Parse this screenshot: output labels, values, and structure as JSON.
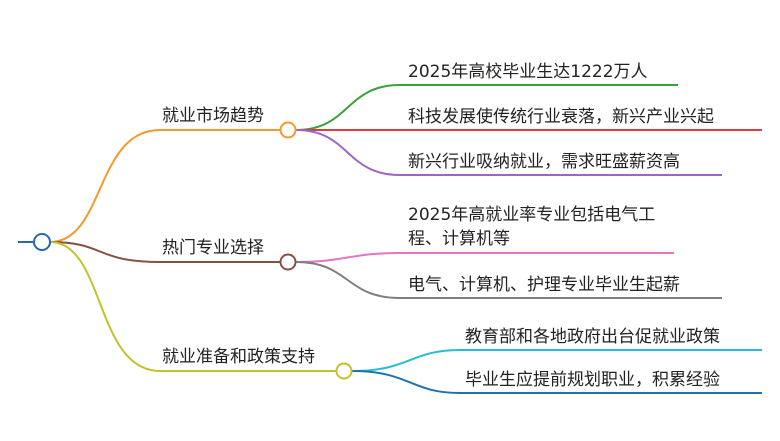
{
  "mindmap": {
    "branches": [
      {
        "label": "就业市场趋势",
        "color": "#f39a2c",
        "children": [
          {
            "label": "2025年高校毕业生达1222万人",
            "color": "#3aa13a"
          },
          {
            "label": "科技发展使传统行业衰落，新兴产业兴起",
            "color": "#e33b3b"
          },
          {
            "label": "新兴行业吸纳就业，需求旺盛薪资高",
            "color": "#9a67c6"
          }
        ]
      },
      {
        "label": "热门专业选择",
        "color": "#845142",
        "children": [
          {
            "label": "2025年高就业率专业包括电气工程、计算机等",
            "color": "#e278c4"
          },
          {
            "label": "电气、计算机、护理专业毕业生起薪",
            "color": "#7f7f7f"
          }
        ]
      },
      {
        "label": "就业准备和政策支持",
        "color": "#c4c22a",
        "children": [
          {
            "label": "教育部和各地政府出台促就业政策",
            "color": "#26bdd0"
          },
          {
            "label": "毕业生应提前规划职业，积累经验",
            "color": "#1f72b0"
          }
        ]
      }
    ],
    "root_color": "#2468b0"
  }
}
